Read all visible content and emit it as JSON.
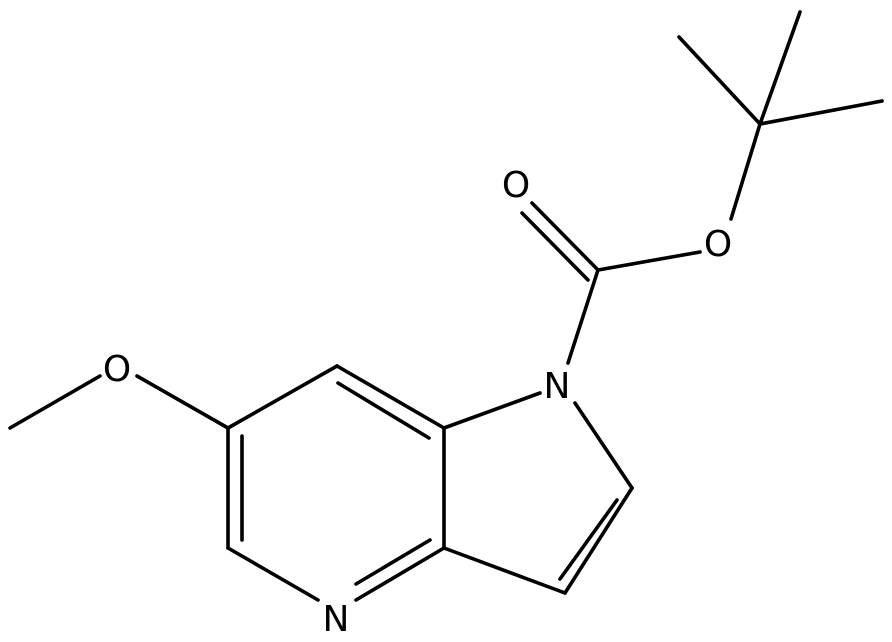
{
  "molecule": {
    "atoms": {
      "oxygen_carbonyl": "O",
      "oxygen_ester": "O",
      "nitrogen_pyrrole": "N",
      "oxygen_methoxy": "O",
      "nitrogen_pyridine": "N"
    },
    "colors": {
      "bond": "#000000",
      "label": "#000000",
      "background": "#ffffff"
    }
  }
}
